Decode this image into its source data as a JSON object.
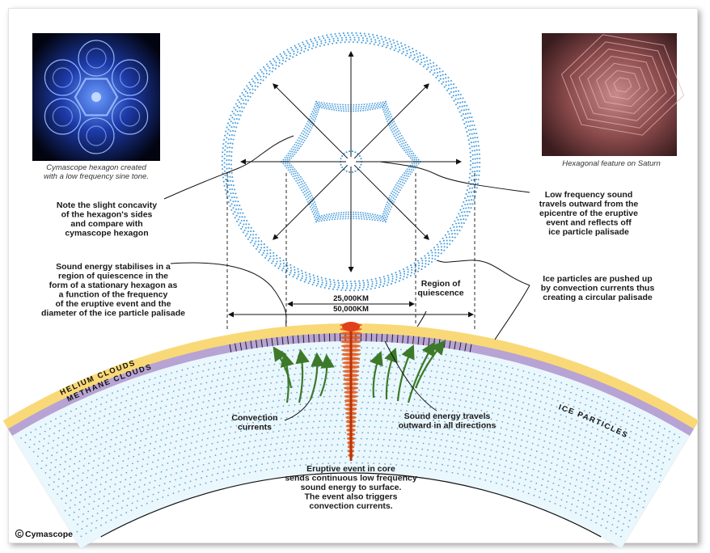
{
  "captions": {
    "cymascope": [
      "Cymascope hexagon created",
      "with a low frequency sine tone."
    ],
    "saturn": "Hexagonal feature on Saturn"
  },
  "labels": {
    "concavity": [
      "Note the slight concavity",
      "of the hexagon's sides",
      "and compare with",
      "cymascope hexagon"
    ],
    "low_freq": [
      "Low frequency sound",
      "travels outward from the",
      "epicentre of the eruptive",
      "event and reflects off",
      "ice particle palisade"
    ],
    "stabilises": [
      "Sound energy stabilises in a",
      "region of quiescence in the",
      "form of a stationary hexagon as",
      "a function of the frequency",
      "of the eruptive event and the",
      "diameter of the ice particle palisade"
    ],
    "region": [
      "Region of",
      "quiescence"
    ],
    "ice_pushed": [
      "Ice particles are pushed up",
      "by convection currents thus",
      "creating a circular palisade"
    ],
    "convection": [
      "Convection",
      "currents"
    ],
    "sound_travels": [
      "Sound energy travels",
      "outward in all directions"
    ],
    "eruptive": [
      "Eruptive event in core",
      "sends continuous low frequency",
      "sound energy to surface.",
      "The event also triggers",
      "convection currents."
    ]
  },
  "dimensions": {
    "inner": "25,000KM",
    "outer": "50,000KM"
  },
  "layers": {
    "helium": "HELIUM CLOUDS",
    "methane": "METHANE CLOUDS",
    "ice": "ICE PARTICLES"
  },
  "copyright": "Cymascope",
  "colors": {
    "helium": "#f9d977",
    "methane": "#b7a3d4",
    "ice_fill": "#eaf7fc",
    "ice_dots": "#3a8cc6",
    "ring_dots": "#2e8fd6",
    "arrows_green": "#3c7a2a",
    "eruption": "#e85a1c"
  }
}
